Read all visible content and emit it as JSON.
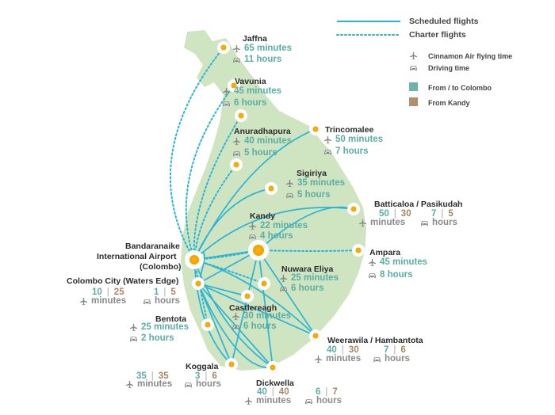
{
  "legend": {
    "scheduled": "Scheduled flights",
    "charter": "Charter flights",
    "flying_time": "Cinnamon Air flying time",
    "driving_time": "Driving time",
    "from_colombo": "From / to Colombo",
    "from_kandy": "From Kandy",
    "colors": {
      "route": "#29b5d6",
      "colombo": "#6db3ad",
      "kandy": "#b28f6a",
      "island": "#cfe4c1"
    }
  },
  "destinations": {
    "jaffna": {
      "name": "Jaffna",
      "flight": "65 minutes",
      "drive": "11 hours"
    },
    "vavunia": {
      "name": "Vavunia",
      "flight": "45 minutes",
      "drive": "6 hours"
    },
    "anuradhapura": {
      "name": "Anuradhapura",
      "flight": "40 minutes",
      "drive": "5 hours"
    },
    "trincomalee": {
      "name": "Trincomalee",
      "flight": "50 minutes",
      "drive": "7 hours"
    },
    "sigiriya": {
      "name": "Sigiriya",
      "flight": "35 minutes",
      "drive": "5 hours"
    },
    "kandy": {
      "name": "Kandy",
      "flight": "22 minutes",
      "drive": "4 hours"
    },
    "batticaloa": {
      "name": "Batticaloa / Pasikudah",
      "flight_colombo": "50",
      "flight_kandy": "30",
      "drive_colombo": "7",
      "drive_kandy": "5",
      "unit_min": "minutes",
      "unit_hr": "hours"
    },
    "ampara": {
      "name": "Ampara",
      "flight": "45 minutes",
      "drive": "8 hours"
    },
    "airport": {
      "name_1": "Bandaranaike",
      "name_2": "International Airport",
      "name_3": "(Colombo)"
    },
    "colombo_city": {
      "name": "Colombo City (Waters Edge)",
      "flight_colombo": "10",
      "flight_kandy": "25",
      "drive_colombo": "1",
      "drive_kandy": "5",
      "unit_min": "minutes",
      "unit_hr": "hours"
    },
    "nuwara_eliya": {
      "name": "Nuwara Eliya",
      "flight": "25 minutes",
      "drive": "6 hours"
    },
    "castlereagh": {
      "name": "Castlereagh",
      "flight": "30 minutes",
      "drive": "6 hours"
    },
    "bentota": {
      "name": "Bentota",
      "flight": "25 minutes",
      "drive": "2 hours"
    },
    "weerawila": {
      "name": "Weerawila / Hambantota",
      "flight_colombo": "40",
      "flight_kandy": "30",
      "drive_colombo": "7",
      "drive_kandy": "6",
      "unit_min": "minutes",
      "unit_hr": "hours"
    },
    "koggala": {
      "name": "Koggala",
      "flight_colombo": "35",
      "flight_kandy": "35",
      "drive_colombo": "3",
      "drive_kandy": "6",
      "unit_min": "minutes",
      "unit_hr": "hours"
    },
    "dickwella": {
      "name": "Dickwella",
      "flight_colombo": "40",
      "flight_kandy": "40",
      "drive_colombo": "6",
      "drive_kandy": "7",
      "unit_min": "minutes",
      "unit_hr": "hours"
    }
  }
}
